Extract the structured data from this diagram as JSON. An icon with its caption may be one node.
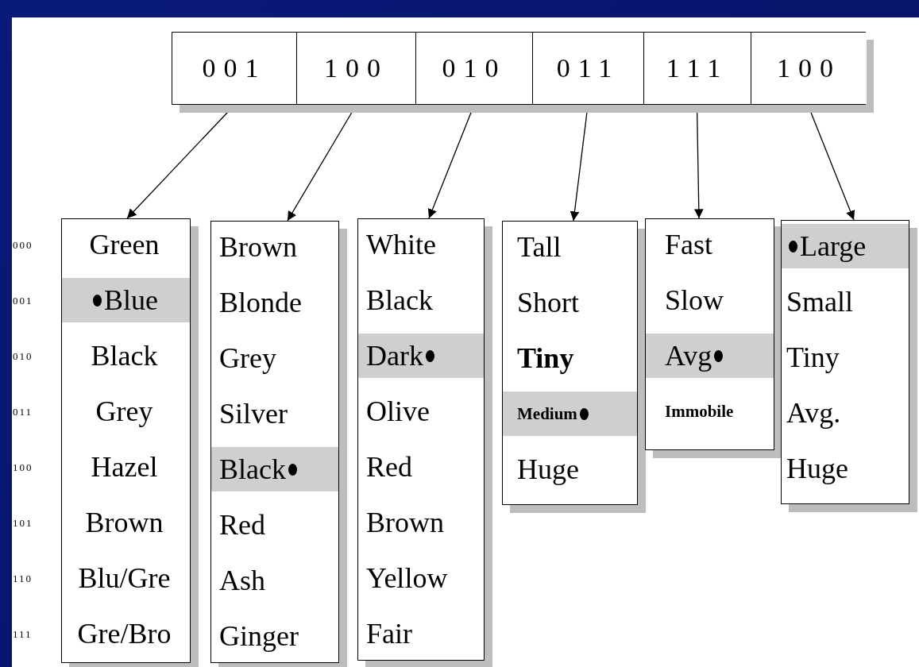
{
  "diagram": {
    "nodes": [
      {
        "text": [
          "001"
        ]
      },
      {
        "text": [
          "100"
        ]
      },
      {
        "text": [
          "010"
        ]
      },
      {
        "text": [
          "011"
        ]
      },
      {
        "text": [
          "111"
        ]
      },
      {
        "text": [
          "100"
        ]
      },
      {
        "text": [
          "Green",
          "Blue",
          "Black",
          "Grey",
          "Hazel",
          "Brown",
          "Blu/Gre",
          "Gre/Bro"
        ]
      },
      {
        "text": [
          "Brown",
          "Blonde",
          "Grey",
          "Silver",
          "Black",
          "Red",
          "Ash",
          "Ginger"
        ]
      },
      {
        "text": [
          "White",
          "Black",
          "Dark",
          "Olive",
          "Red",
          "Brown",
          "Yellow",
          "Fair"
        ]
      },
      {
        "text": [
          "Tall",
          "Short",
          "Tiny",
          "Medium",
          "Huge"
        ]
      },
      {
        "text": [
          "Fast",
          "Slow",
          "Avg",
          "Immobile"
        ]
      },
      {
        "text": [
          "Large",
          "Small",
          "Tiny",
          "Avg.",
          "Huge"
        ]
      }
    ],
    "edges": [
      {
        "from": 0,
        "to": 6,
        "arrow": "to"
      },
      {
        "from": 1,
        "to": 7,
        "arrow": "to"
      },
      {
        "from": 2,
        "to": 8,
        "arrow": "to"
      },
      {
        "from": 3,
        "to": 9,
        "arrow": "to"
      },
      {
        "from": 4,
        "to": 10,
        "arrow": "to"
      },
      {
        "from": 5,
        "to": 11,
        "arrow": "to"
      }
    ],
    "labels": [
      "000",
      "001",
      "010",
      "011",
      "100",
      "101",
      "110",
      "111"
    ]
  }
}
